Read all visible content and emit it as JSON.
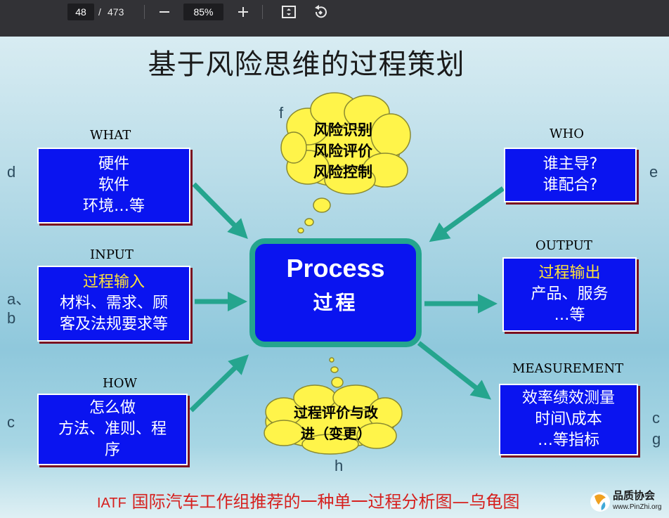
{
  "toolbar": {
    "page_current": "48",
    "page_separator": "/",
    "page_total": "473",
    "zoom_value": "85%",
    "icons": [
      "minus-icon",
      "plus-icon",
      "fit-page-icon",
      "rotate-icon"
    ]
  },
  "slide": {
    "title": "基于风险思维的过程策划",
    "labels": {
      "what": "WHAT",
      "input": "INPUT",
      "how": "HOW",
      "who": "WHO",
      "output": "OUTPUT",
      "measurement": "MEASUREMENT"
    },
    "letters": {
      "d": "d",
      "ab1": "a、",
      "ab2": "b",
      "c": "c",
      "e": "e",
      "cg1": "c",
      "cg2": "g",
      "f": "f",
      "h": "h"
    },
    "what_box": [
      "硬件",
      "软件",
      "环境…等"
    ],
    "input_box": [
      "过程输入",
      "材料、需求、顾",
      "客及法规要求等"
    ],
    "how_box": [
      "怎么做",
      "方法、准则、程",
      "序"
    ],
    "who_box": [
      "谁主导?",
      "谁配合?"
    ],
    "output_box": [
      "过程输出",
      "产品、服务",
      "…等"
    ],
    "measurement_box": [
      "效率绩效测量",
      "时间\\成本",
      "…等指标"
    ],
    "process_en": "Process",
    "process_cn": "过程",
    "risk_cloud": [
      "风险识别",
      "风险评价",
      "风险控制"
    ],
    "improve_cloud": [
      "过程评价与改",
      "进（变更）"
    ],
    "footer_prefix": "IATF",
    "footer_text": " 国际汽车工作组推荐的一种单一过程分析图—乌龟图",
    "watermark_name": "品质协会",
    "watermark_url": "www.PinZhi.org"
  },
  "colors": {
    "box_blue": "#0a14f0",
    "arrow_teal": "#25a58e",
    "cloud_yellow": "#fff44a",
    "highlight_yellow": "#ffe338",
    "footer_red": "#d6201e"
  }
}
